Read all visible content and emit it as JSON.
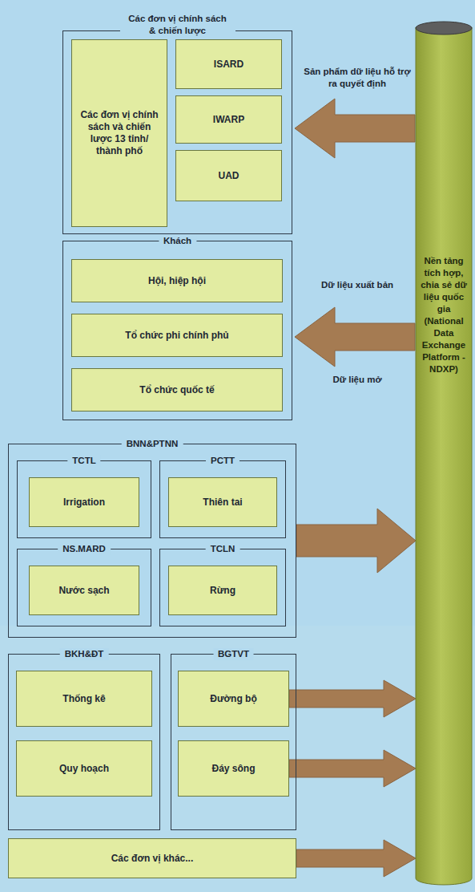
{
  "diagram": {
    "nodes": [
      {
        "text": [
          "Các đơn vị chính sách & chiến lược"
        ]
      },
      {
        "text": [
          "Các đơn vị chính sách và chiến lược 13 tỉnh/ thành phố"
        ],
        "in": 0
      },
      {
        "text": [
          "ISARD"
        ],
        "in": 0
      },
      {
        "text": [
          "IWARP"
        ],
        "in": 0
      },
      {
        "text": [
          "UAD"
        ],
        "in": 0
      },
      {
        "text": [
          "Khách"
        ]
      },
      {
        "text": [
          "Hội, hiệp hội"
        ],
        "in": 5
      },
      {
        "text": [
          "Tổ chức phi chính phủ"
        ],
        "in": 5
      },
      {
        "text": [
          "Tổ chức quốc tế"
        ],
        "in": 5
      },
      {
        "text": [
          "BNN&PTNN"
        ]
      },
      {
        "text": [
          "TCTL"
        ],
        "in": 9
      },
      {
        "text": [
          "Irrigation"
        ],
        "in": 10
      },
      {
        "text": [
          "PCTT"
        ],
        "in": 9
      },
      {
        "text": [
          "Thiên tai"
        ],
        "in": 12
      },
      {
        "text": [
          "NS.MARD"
        ],
        "in": 9
      },
      {
        "text": [
          "Nước sạch"
        ],
        "in": 14
      },
      {
        "text": [
          "TCLN"
        ],
        "in": 9
      },
      {
        "text": [
          "Rừng"
        ],
        "in": 16
      },
      {
        "text": [
          "BKH&ĐT"
        ]
      },
      {
        "text": [
          "Thống kê"
        ],
        "in": 18
      },
      {
        "text": [
          "Quy hoạch"
        ],
        "in": 18
      },
      {
        "text": [
          "BGTVT"
        ]
      },
      {
        "text": [
          "Đường bộ"
        ],
        "in": 21
      },
      {
        "text": [
          "Đáy sông"
        ],
        "in": 21
      },
      {
        "text": [
          "Các đơn vị khác..."
        ]
      },
      {
        "text": [
          "Nền tảng tích hợp, chia sẻ dữ liệu quốc gia (National Data Exchange Platform - NDXP)"
        ]
      }
    ],
    "edges": [
      {
        "from": 25,
        "to": 0,
        "arrow": "to",
        "label": "Sản phẩm dữ liệu hỗ trợ ra quyết định"
      },
      {
        "from": 25,
        "to": 5,
        "arrow": "to",
        "label": "Dữ liệu xuất bản"
      },
      {
        "from": 9,
        "to": 25,
        "arrow": "to"
      },
      {
        "from": 22,
        "to": 25,
        "arrow": "to"
      },
      {
        "from": 23,
        "to": 25,
        "arrow": "to"
      },
      {
        "from": 24,
        "to": 25,
        "arrow": "to"
      }
    ],
    "labels": [
      "Dữ liệu mở"
    ]
  }
}
